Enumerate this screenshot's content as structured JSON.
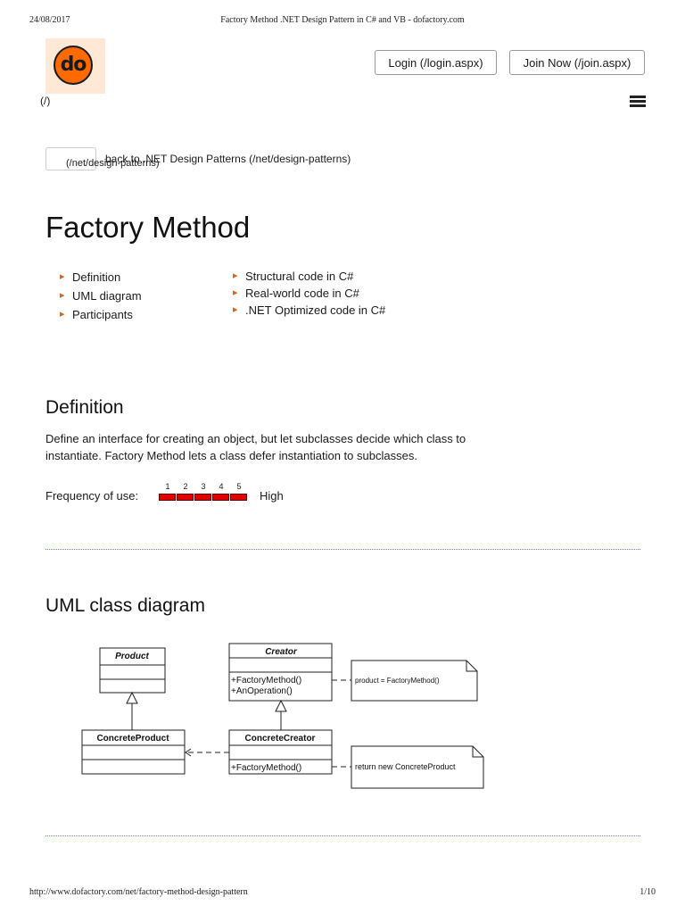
{
  "print": {
    "date": "24/08/2017",
    "title": "Factory Method .NET Design Pattern in C# and VB - dofactory.com",
    "url": "http://www.dofactory.com/net/factory-method-design-pattern",
    "page": "1/10"
  },
  "header": {
    "logo_text": "do",
    "home_link": "(/)",
    "login_label": "Login (/login.aspx)",
    "join_label": "Join Now (/join.aspx)",
    "menu_icon": "hamburger-icon"
  },
  "breadcrumb": {
    "back_text": "back to .NET Design Patterns (/net/design-patterns)",
    "back_url": "(/net/design-patterns)"
  },
  "main": {
    "title": "Factory Method",
    "toc_left": [
      "Definition",
      "UML diagram",
      "Participants"
    ],
    "toc_right": [
      "Structural code in C#",
      "Real-world code in C#",
      ".NET Optimized code in C#"
    ],
    "definition": {
      "heading": "Definition",
      "text": "Define an interface for creating an object, but let subclasses decide which class to instantiate. Factory Method lets a class defer instantiation to subclasses.",
      "frequency_label": "Frequency of use:",
      "frequency_scale": [
        "1",
        "2",
        "3",
        "4",
        "5"
      ],
      "frequency_value": 5,
      "frequency_level": "High",
      "bar_color": "#e00000"
    },
    "uml": {
      "heading": "UML class diagram",
      "product": "Product",
      "creator": "Creator",
      "creator_methods": [
        "+FactoryMethod()",
        "+AnOperation()"
      ],
      "concrete_product": "ConcreteProduct",
      "concrete_creator": "ConcreteCreator",
      "concrete_creator_methods": [
        "+FactoryMethod()"
      ],
      "note1": "product = FactoryMethod()",
      "note2": "return new ConcreteProduct"
    }
  },
  "colors": {
    "accent": "#d2691e",
    "logo_orange": "#ff6a00",
    "separator": "#e06040"
  }
}
